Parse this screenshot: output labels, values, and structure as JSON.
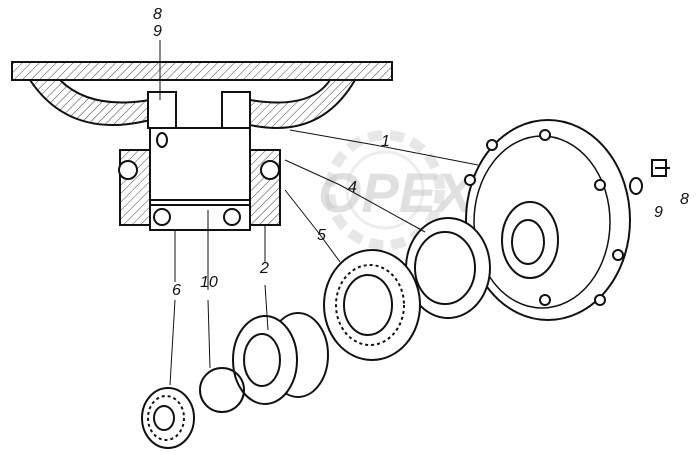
{
  "callouts": {
    "c8_top": "8",
    "c9_top": "9",
    "c1": "1",
    "c4": "4",
    "c5": "5",
    "c2": "2",
    "c6": "6",
    "c10": "10",
    "c9_right": "9",
    "c8_right": "8"
  },
  "watermark": {
    "text": "OPEX",
    "color": "#c8c8c8"
  },
  "colors": {
    "line": "#111111",
    "hatch": "#555555"
  }
}
